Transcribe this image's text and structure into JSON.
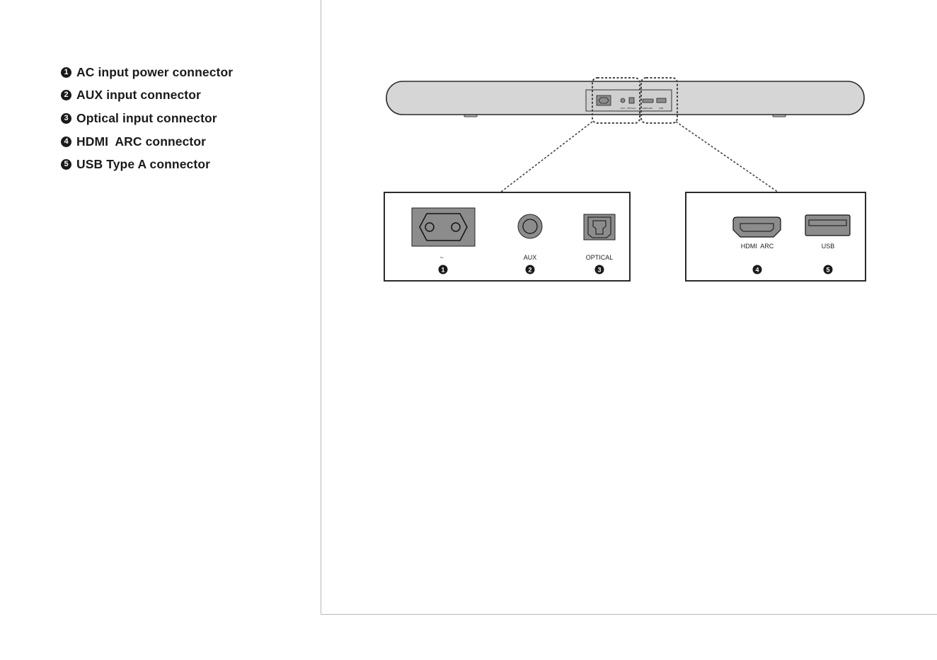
{
  "legend": [
    {
      "number": "1",
      "label": "AC input power connector"
    },
    {
      "number": "2",
      "label": "AUX input connector"
    },
    {
      "number": "3",
      "label": "Optical input connector"
    },
    {
      "number": "4",
      "label": "HDMI  ARC connector"
    },
    {
      "number": "5",
      "label": "USB Type A connector"
    }
  ],
  "left_panel": {
    "ports": [
      {
        "label": "~",
        "number": "1"
      },
      {
        "label": "AUX",
        "number": "2"
      },
      {
        "label": "OPTICAL",
        "number": "3"
      }
    ]
  },
  "right_panel": {
    "ports": [
      {
        "label": "HDMI  ARC",
        "number": "4"
      },
      {
        "label": "USB",
        "number": "5"
      }
    ]
  },
  "soundbar_mini_labels": {
    "aux": "AUX",
    "optical": "OPTICAL",
    "hdmi": "HDMI ARC",
    "usb": "USB"
  },
  "colors": {
    "soundbar_fill": "#d6d6d6",
    "port_fill": "#8c8c8c",
    "outline": "#2a2a2a",
    "badge": "#1a1a1a"
  }
}
